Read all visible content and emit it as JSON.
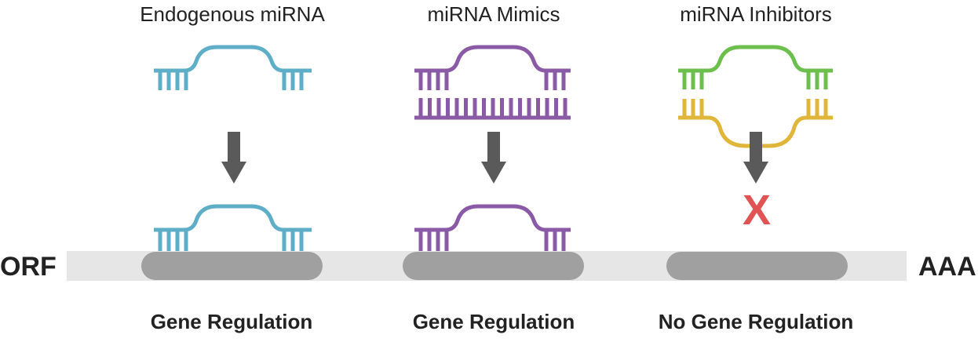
{
  "colors": {
    "endogenous": "#5faec8",
    "mimic": "#8a5aa6",
    "inhibitor_top": "#6cbf4c",
    "inhibitor_bottom": "#e0b63a",
    "arrow": "#5a5a5a",
    "block_x": "#e05454",
    "mrna_strip": "#e6e6e6",
    "complex": "#a0a0a0"
  },
  "mrna": {
    "left_label": "ORF",
    "right_label": "AAA"
  },
  "columns": [
    {
      "id": "endogenous",
      "title": "Endogenous miRNA",
      "result": "Gene Regulation",
      "blocked": false
    },
    {
      "id": "mimics",
      "title": "miRNA Mimics",
      "result": "Gene Regulation",
      "blocked": false
    },
    {
      "id": "inhibitors",
      "title": "miRNA Inhibitors",
      "result": "No Gene Regulation",
      "blocked": true,
      "block_mark": "X"
    }
  ]
}
